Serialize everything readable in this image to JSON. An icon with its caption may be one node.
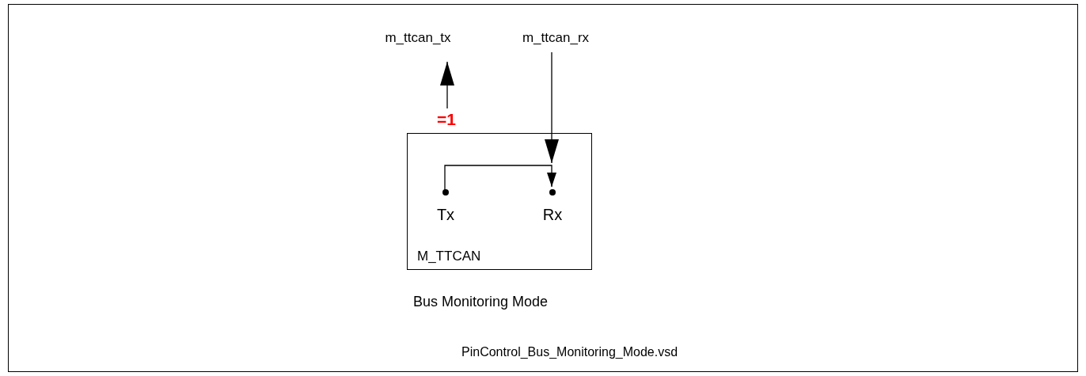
{
  "diagram": {
    "nodes": [
      {
        "text": [
          "M_TTCAN"
        ]
      },
      {
        "text": [
          "m_ttcan_tx"
        ]
      },
      {
        "text": [
          "m_ttcan_rx"
        ]
      },
      {
        "text": [
          "Tx"
        ],
        "in": 0
      },
      {
        "text": [
          "Rx"
        ],
        "in": 0
      },
      {
        "text": [
          "=1"
        ]
      }
    ],
    "edges": [
      {
        "from": 5,
        "to": 1,
        "arrow": "to"
      },
      {
        "from": 2,
        "to": 4,
        "arrow": "to"
      },
      {
        "from": 3,
        "to": 4,
        "arrow": "to"
      }
    ],
    "labels": [
      "Bus Monitoring Mode",
      "PinControl_Bus_Monitoring_Mode.vsd"
    ]
  }
}
